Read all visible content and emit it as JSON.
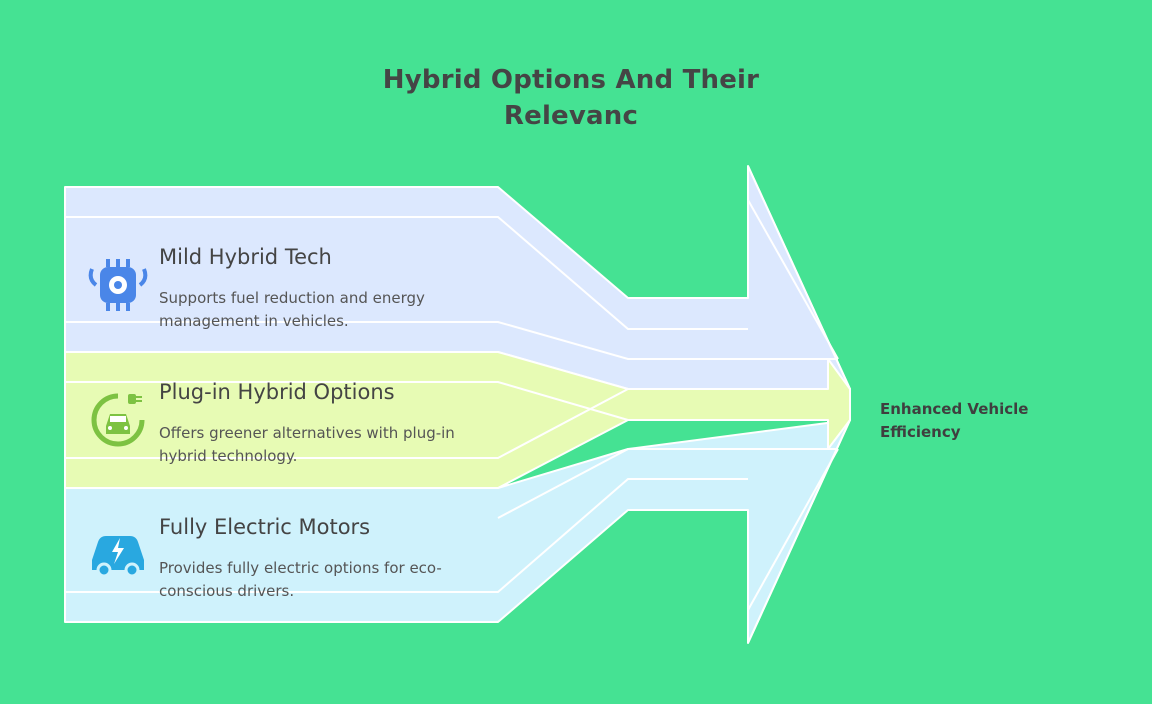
{
  "title": "Hybrid Options And Their Relevanc",
  "items": [
    {
      "title": "Mild Hybrid Tech",
      "description": "Supports fuel reduction and energy management in vehicles.",
      "icon": "engine-gear-icon",
      "color": "#dce8fe",
      "icon_color": "#4a86e8"
    },
    {
      "title": "Plug-in Hybrid Options",
      "description": "Offers greener alternatives with plug-in hybrid technology.",
      "icon": "plug-car-icon",
      "color": "#e7fbb4",
      "icon_color": "#7dc242"
    },
    {
      "title": "Fully Electric Motors",
      "description": "Provides fully electric options for eco-conscious drivers.",
      "icon": "electric-car-icon",
      "color": "#cff2fc",
      "icon_color": "#29a8e0"
    }
  ],
  "outcome": "Enhanced Vehicle Efficiency",
  "colors": {
    "background": "#45e293",
    "stroke": "#ffffff"
  }
}
